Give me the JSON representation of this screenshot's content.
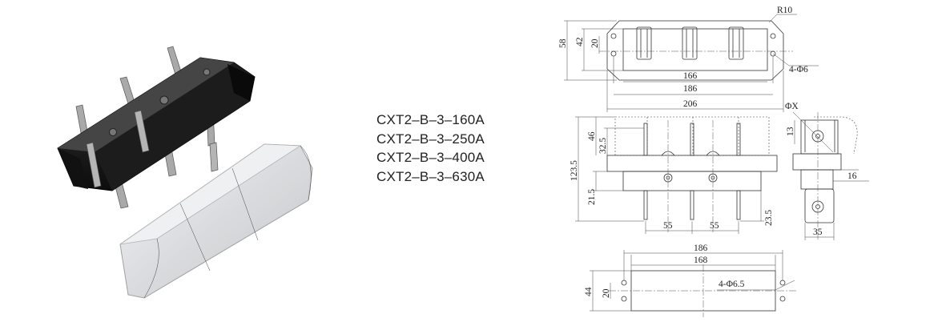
{
  "product_models": [
    "CXT2–B–3–160A",
    "CXT2–B–3–250A",
    "CXT2–B–3–400A",
    "CXT2–B–3–630A"
  ],
  "top_view": {
    "radius": "R10",
    "holes": "4-Φ6",
    "height_outer": "58",
    "height_mid": "42",
    "height_inner": "20",
    "width_166": "166",
    "width_186": "186",
    "width_206": "206"
  },
  "front_view": {
    "h_46": "46",
    "h_32_5": "32.5",
    "h_123_5": "123.5",
    "h_21_5": "21.5",
    "h_23_5": "23.5",
    "pitch_left": "55",
    "pitch_right": "55"
  },
  "side_view": {
    "phi_x": "ΦX",
    "d13": "13",
    "d16": "16",
    "d35": "35"
  },
  "cover_view": {
    "w186": "186",
    "w168": "168",
    "h44": "44",
    "h20": "20",
    "holes": "4-Φ6.5"
  }
}
